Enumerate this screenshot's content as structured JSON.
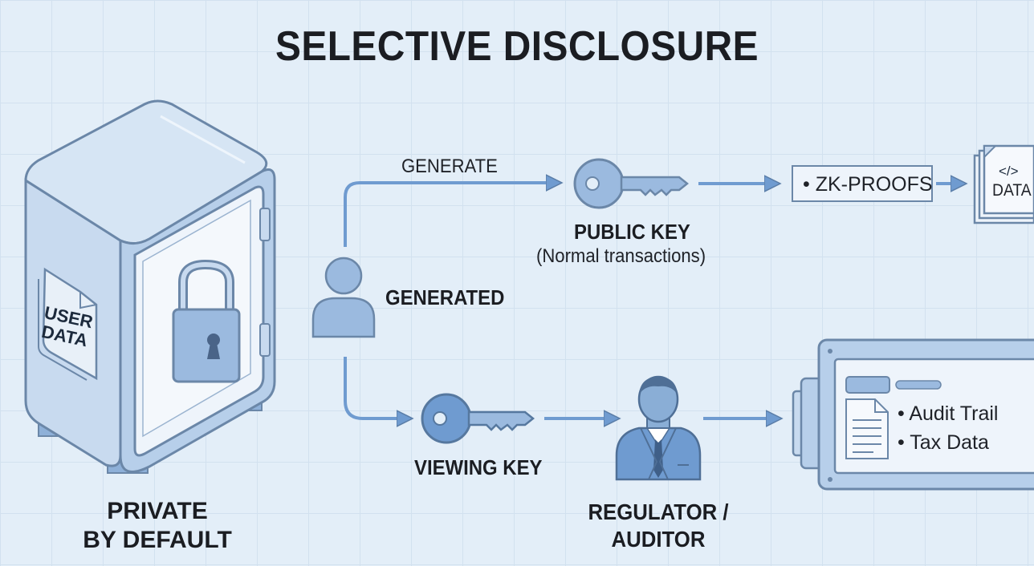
{
  "title": "SELECTIVE DISCLOSURE",
  "safe": {
    "doc_label_line1": "USER",
    "doc_label_line2": "DATA",
    "caption_line1": "PRIVATE",
    "caption_line2": "BY DEFAULT"
  },
  "user_node": {
    "label": "GENERATED"
  },
  "top_path": {
    "arrow_label": "GENERATE",
    "key_title": "PUBLIC KEY",
    "key_subtitle": "(Normal transactions)",
    "proofs_label": "• ZK-PROOFS",
    "data_doc_code": "</>",
    "data_doc_label": "DATA"
  },
  "bottom_path": {
    "key_title": "VIEWING KEY",
    "regulator_line1": "REGULATOR /",
    "regulator_line2": "AUDITOR",
    "screen_items": [
      "• Audit Trail",
      "• Tax Data"
    ]
  },
  "colors": {
    "background": "#e3eef8",
    "outline": "#6b87a8",
    "fill_light": "#c8daef",
    "fill_mid": "#9bbadf",
    "accent": "#6f9bd0"
  }
}
